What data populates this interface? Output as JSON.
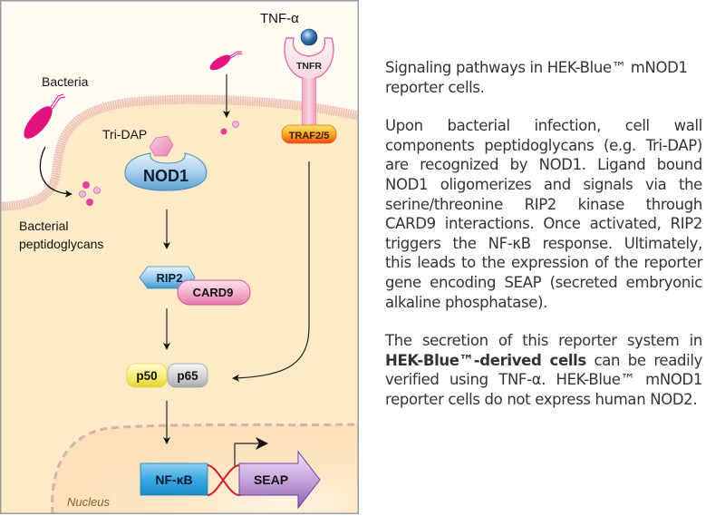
{
  "diagram": {
    "labels": {
      "tnf_alpha": "TNF-α",
      "tnfr": "TNFR",
      "traf": "TRAF2/5",
      "bacteria": "Bacteria",
      "tri_dap": "Tri-DAP",
      "nod1": "NOD1",
      "bacterial_peptidoglycans_line1": "Bacterial",
      "bacterial_peptidoglycans_line2": "peptidoglycans",
      "rip2": "RIP2",
      "card9": "CARD9",
      "p50": "p50",
      "p65": "p65",
      "nfkb": "NF-κB",
      "seap": "SEAP",
      "nucleus": "Nucleus"
    },
    "colors": {
      "cytoplasm": "#fdebc8",
      "outside": "#fffaf3",
      "membrane": "#e8b9ae",
      "bacteria": "#e0147c",
      "nod1_blue": "#9fc9e6",
      "card9_pink": "#f4a6c6",
      "p50_yellow": "#f7e96b",
      "p65_gray": "#cfcfcf",
      "traf_orange": "#f6a21c",
      "nfkb_blue": "#2b9fd8",
      "seap_purple": "#b188c9",
      "nucleus_dash": "#dcb0a8",
      "dna_red": "#c8202a"
    }
  },
  "text": {
    "title_part1": "Signaling pathways in HEK-Blue™ mNOD1 reporter cells.",
    "paragraph1": "Upon bacterial infection, cell wall components peptidoglycans (e.g. Tri-DAP) are recognized by NOD1. Ligand bound NOD1 oligomerizes and signals via the serine/threonine RIP2 kinase through CARD9 interactions. Once activated, RIP2 triggers the NF-κB response. Ultimately, this leads to the expression of the reporter gene encoding SEAP (secreted embryonic alkaline phosphatase).",
    "paragraph2_bold": "HEK-Blue™-derived cells",
    "paragraph2_pre": "The secretion of this reporter system in ",
    "paragraph2_post": " can be readily verified using TNF-α. HEK-Blue™ mNOD1 reporter cells do not express human NOD2."
  }
}
